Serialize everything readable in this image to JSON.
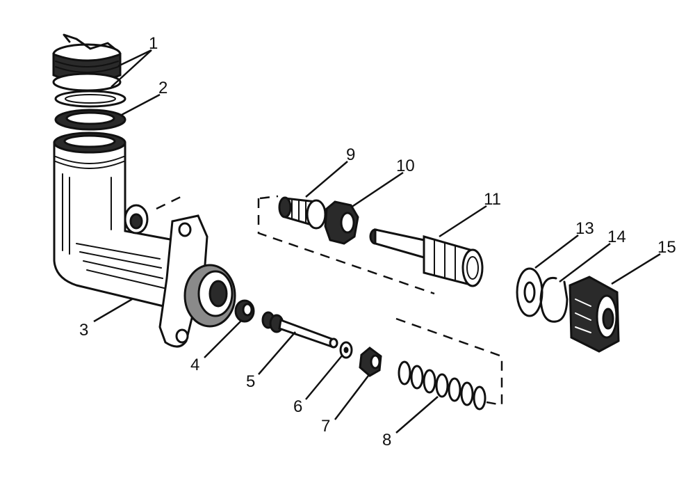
{
  "callouts": [
    {
      "id": "1",
      "text": "1"
    },
    {
      "id": "2",
      "text": "2"
    },
    {
      "id": "3",
      "text": "3"
    },
    {
      "id": "4",
      "text": "4"
    },
    {
      "id": "5",
      "text": "5"
    },
    {
      "id": "6",
      "text": "6"
    },
    {
      "id": "7",
      "text": "7"
    },
    {
      "id": "8",
      "text": "8"
    },
    {
      "id": "9",
      "text": "9"
    },
    {
      "id": "10",
      "text": "10"
    },
    {
      "id": "11",
      "text": "11"
    },
    {
      "id": "13",
      "text": "13"
    },
    {
      "id": "14",
      "text": "14"
    },
    {
      "id": "15",
      "text": "15"
    }
  ],
  "colors": {
    "ink": "#111111",
    "background": "#ffffff"
  }
}
